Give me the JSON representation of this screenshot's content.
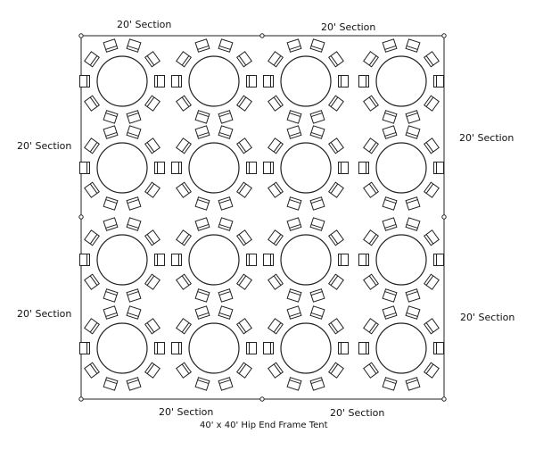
{
  "labels": {
    "top_left": "20' Section",
    "top_right": "20' Section",
    "left_top": "20' Section",
    "left_bottom": "20' Section",
    "right_top": "20' Section",
    "right_bottom": "20' Section",
    "bottom_left": "20' Section",
    "bottom_right": "20' Section",
    "caption": "40' x 40' Hip End Frame Tent"
  },
  "layout_info": {
    "table_rows": 4,
    "table_columns": 4,
    "chairs_per_table": 10
  },
  "colors": {
    "line": "#222222",
    "background": "#ffffff"
  }
}
